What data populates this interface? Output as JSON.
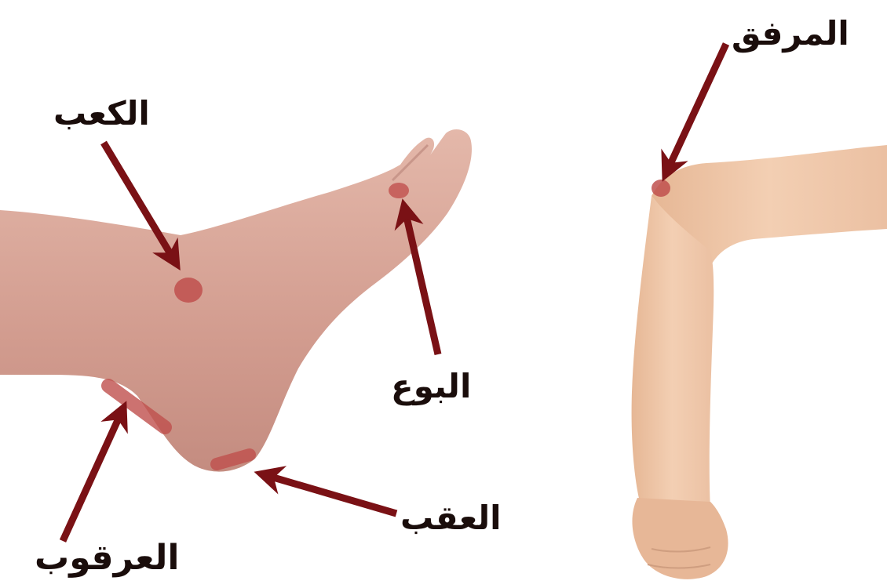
{
  "labels": {
    "ankle": "الكعب",
    "bunion": "البوع",
    "heel": "العقب",
    "achilles": "العرقوب",
    "elbow": "المرفق"
  },
  "colors": {
    "arrow": "#7a1115",
    "marker": "#c0504d",
    "foot_skin": "#d9a89a",
    "arm_skin": "#eec3a5",
    "text": "#1a0d0b",
    "background": "#ffffff"
  }
}
